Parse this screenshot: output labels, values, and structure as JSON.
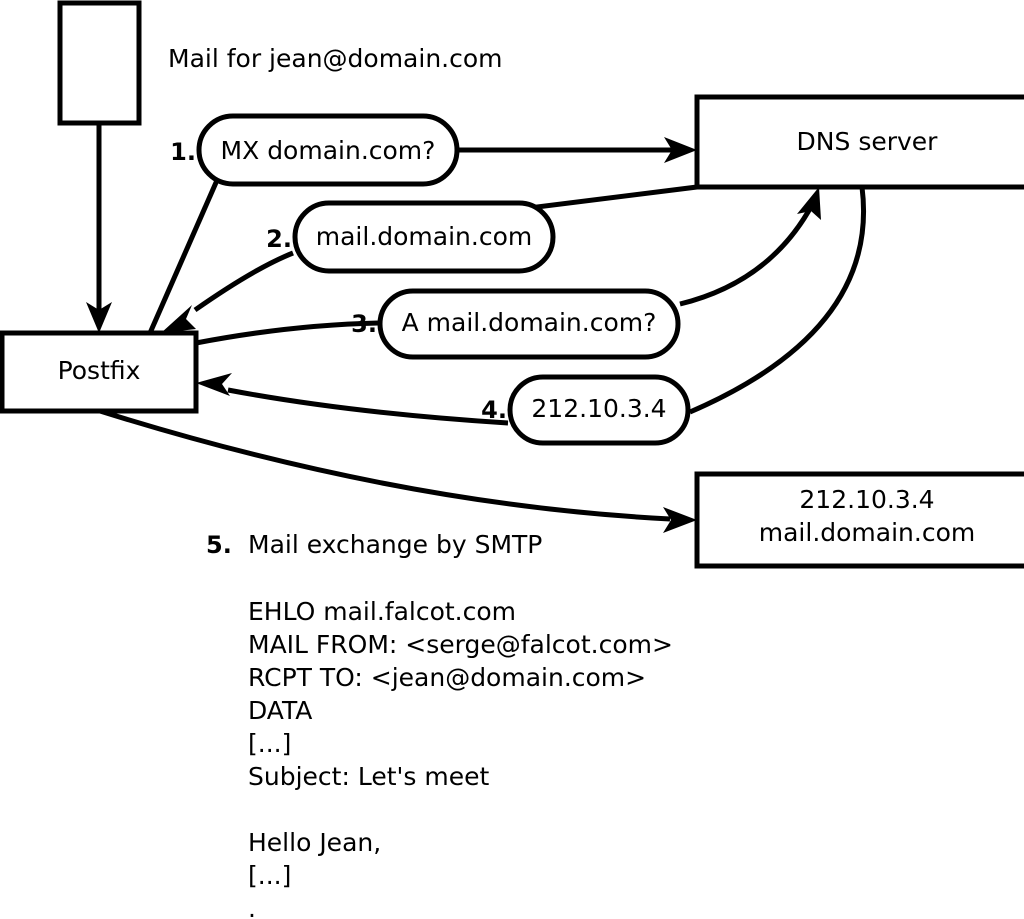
{
  "diagram": {
    "title_caption": "Mail for jean@domain.com",
    "nodes": {
      "source_box": {
        "label": ""
      },
      "postfix": {
        "label": "Postfix"
      },
      "dns_server": {
        "label": "DNS server"
      },
      "target_server": {
        "line1": "212.10.3.4",
        "line2": "mail.domain.com"
      }
    },
    "steps": [
      {
        "num": "1.",
        "label": "MX domain.com?"
      },
      {
        "num": "2.",
        "label": "mail.domain.com"
      },
      {
        "num": "3.",
        "label": "A mail.domain.com?"
      },
      {
        "num": "4.",
        "label": "212.10.3.4"
      }
    ],
    "step5": {
      "num": "5.",
      "label": "Mail exchange by SMTP"
    },
    "transcript": [
      "EHLO mail.falcot.com",
      "MAIL FROM: <serge@falcot.com>",
      "RCPT TO: <jean@domain.com>",
      "DATA",
      "[...]",
      "Subject: Let's meet",
      "",
      "Hello Jean,",
      "[...]",
      "",
      "."
    ],
    "colors": {
      "stroke": "#000000",
      "fill": "#ffffff",
      "text": "#000000"
    }
  }
}
